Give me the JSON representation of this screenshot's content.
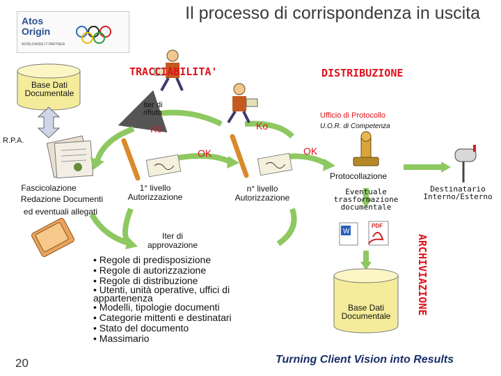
{
  "title": "Il processo di corrispondenza in uscita",
  "logo": {
    "brand": "Atos Origin",
    "tagline": "WORLDWIDE IT PARTNER"
  },
  "labels": {
    "base_dati_top": "Base Dati Documentale",
    "rpa": "R.P.A.",
    "fascicolazione": "Fascicolazione",
    "redazione": "Redazione Documenti",
    "allegati": "ed eventuali allegati",
    "tracciabilita": "TRACCIABILITA'",
    "distribuzione": "DISTRIBUZIONE",
    "iter_rifiuto": "Iter di rifiuto",
    "ko1": "Ko",
    "ko2": "Ko",
    "ok1": "OK",
    "ok2": "OK",
    "ufficio": "Ufficio di Protocollo",
    "uor": "U.O.R. di Competenza",
    "protocollazione": "Protocollazione",
    "livello1": "1° livello Autorizzazione",
    "livello_n": "n° livello Autorizzazione",
    "eventuale": "Eventuale trasformazione documentale",
    "destinatario": "Destinatario Interno/Esterno",
    "iter_approvazione": "Iter di approvazione",
    "base_dati_bottom": "Base Dati Documentale",
    "archiviazione": "ARCHIVIAZIONE",
    "pdf_label": "PDF",
    "page_number": "20",
    "footer": "Turning Client Vision into Results"
  },
  "list": [
    "• Regole di predisposizione",
    "• Regole di autorizzazione",
    "• Regole di distribuzione",
    "• Utenti, unità operative, uffici di appartenenza",
    "• Modelli, tipologie documenti",
    "• Categorie mittenti e destinatari",
    "• Stato del documento",
    "• Massimario"
  ],
  "colors": {
    "accent_red": "#e0101a",
    "cylinder": "#f4ec9a",
    "arrow_green": "#8ec860"
  }
}
